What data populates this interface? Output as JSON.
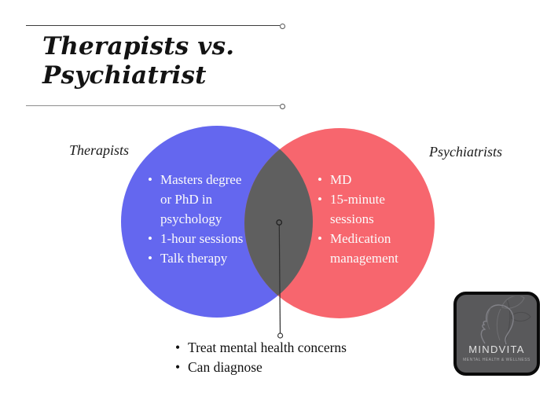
{
  "header": {
    "title_line1": "Therapists vs.",
    "title_line2": "Psychiatrist"
  },
  "venn": {
    "left": {
      "label": "Therapists",
      "color": "#6467ef",
      "items": [
        "Masters degree or PhD in psychology",
        "1-hour sessions",
        "Talk therapy"
      ]
    },
    "right": {
      "label": "Psychiatrists",
      "color": "#f7666e",
      "items": [
        "MD",
        "15-minute sessions",
        "Medication management"
      ]
    },
    "overlap": {
      "color": "#5f5f5f",
      "items": [
        "Treat mental health concerns",
        "Can diagnose"
      ]
    },
    "text_color": "#fbfbfb"
  },
  "logo": {
    "name": "MINDVITA",
    "tagline": "MENTAL HEALTH & WELLNESS",
    "background": "#59595b"
  }
}
